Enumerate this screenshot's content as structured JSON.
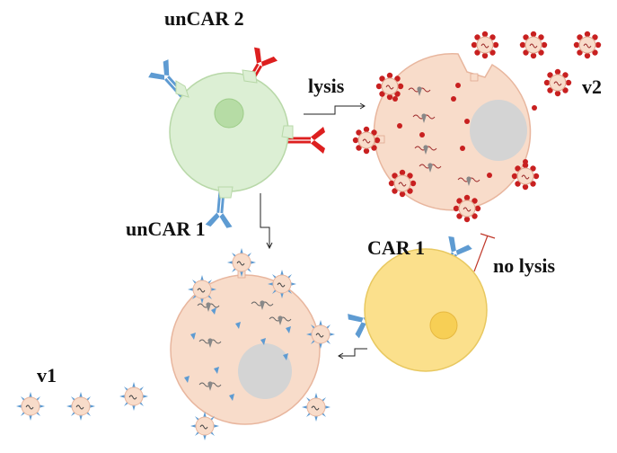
{
  "labels": {
    "uncar2": "unCAR 2",
    "uncar1": "unCAR 1",
    "car1": "CAR 1",
    "lysis": "lysis",
    "no_lysis": "no lysis",
    "v1": "v1",
    "v2": "v2"
  },
  "colors": {
    "green_cell": "#dcefd4",
    "green_nucleus": "#b6dca5",
    "yellow_cell": "#fbe08c",
    "yellow_nucleus": "#f7cf55",
    "target_cell": "#f8dcca",
    "nucleus": "#d4d4d4",
    "receptor_blue": "#5e9bd2",
    "receptor_red": "#dd1f1f",
    "inhibit_red": "#c0392b"
  }
}
